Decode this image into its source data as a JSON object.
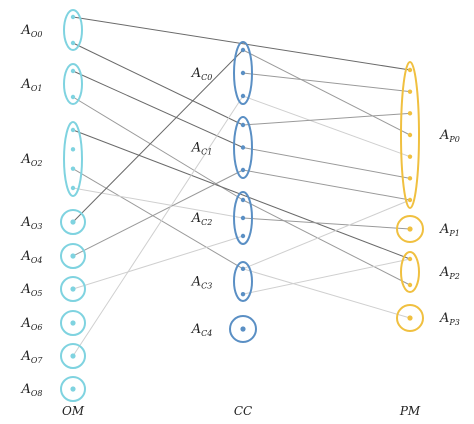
{
  "columns": [
    {
      "id": "OM",
      "title": "OM",
      "color": "#7fd3e0",
      "groups": [
        {
          "base": "A",
          "sub": "O0",
          "points": 2
        },
        {
          "base": "A",
          "sub": "O1",
          "points": 2
        },
        {
          "base": "A",
          "sub": "O2",
          "points": 4
        },
        {
          "base": "A",
          "sub": "O3",
          "points": 1
        },
        {
          "base": "A",
          "sub": "O4",
          "points": 1
        },
        {
          "base": "A",
          "sub": "O5",
          "points": 1
        },
        {
          "base": "A",
          "sub": "O6",
          "points": 1
        },
        {
          "base": "A",
          "sub": "O7",
          "points": 1
        },
        {
          "base": "A",
          "sub": "O8",
          "points": 1
        }
      ]
    },
    {
      "id": "CC",
      "title": "CC",
      "color": "#5a8fc4",
      "groups": [
        {
          "base": "A",
          "sub": "C0",
          "points": 3
        },
        {
          "base": "A",
          "sub": "C1",
          "points": 3
        },
        {
          "base": "A",
          "sub": "C2",
          "points": 3
        },
        {
          "base": "A",
          "sub": "C3",
          "points": 2
        },
        {
          "base": "A",
          "sub": "C4",
          "points": 1
        }
      ]
    },
    {
      "id": "PM",
      "title": "PM",
      "color": "#f0c040",
      "groups": [
        {
          "base": "A",
          "sub": "P0",
          "points": 7
        },
        {
          "base": "A",
          "sub": "P1",
          "points": 1
        },
        {
          "base": "A",
          "sub": "P2",
          "points": 2
        },
        {
          "base": "A",
          "sub": "P3",
          "points": 1
        }
      ]
    }
  ],
  "edges": [
    {
      "from": "O0.0",
      "to": "P0.0",
      "tone": "dark"
    },
    {
      "from": "O0.1",
      "to": "C1.0",
      "tone": "dark"
    },
    {
      "from": "O1.0",
      "to": "C1.1",
      "tone": "dark"
    },
    {
      "from": "O1.1",
      "to": "C2.0",
      "tone": "medium"
    },
    {
      "from": "O2.0",
      "to": "P2.0",
      "tone": "dark"
    },
    {
      "from": "O2.2",
      "to": "C3.0",
      "tone": "medium"
    },
    {
      "from": "O2.3",
      "to": "C2.1",
      "tone": "light"
    },
    {
      "from": "O3.0",
      "to": "C0.0",
      "tone": "dark"
    },
    {
      "from": "O4.0",
      "to": "C1.2",
      "tone": "medium"
    },
    {
      "from": "O5.0",
      "to": "C2.2",
      "tone": "light"
    },
    {
      "from": "O7.0",
      "to": "C0.2",
      "tone": "light"
    },
    {
      "from": "C0.0",
      "to": "P0.3",
      "tone": "medium"
    },
    {
      "from": "C0.1",
      "to": "P0.1",
      "tone": "medium"
    },
    {
      "from": "C0.2",
      "to": "P0.4",
      "tone": "light"
    },
    {
      "from": "C1.0",
      "to": "P0.2",
      "tone": "medium"
    },
    {
      "from": "C1.1",
      "to": "P0.5",
      "tone": "medium"
    },
    {
      "from": "C1.2",
      "to": "P0.6",
      "tone": "medium"
    },
    {
      "from": "C2.1",
      "to": "P1.0",
      "tone": "medium"
    },
    {
      "from": "C2.0",
      "to": "P2.1",
      "tone": "medium"
    },
    {
      "from": "C3.0",
      "to": "P0.6",
      "tone": "light"
    },
    {
      "from": "C3.1",
      "to": "P2.0",
      "tone": "light"
    },
    {
      "from": "C3.0",
      "to": "P3.0",
      "tone": "light"
    }
  ],
  "tones": {
    "dark": "#6a6a6a",
    "medium": "#9a9a9a",
    "light": "#cfcfcf"
  }
}
